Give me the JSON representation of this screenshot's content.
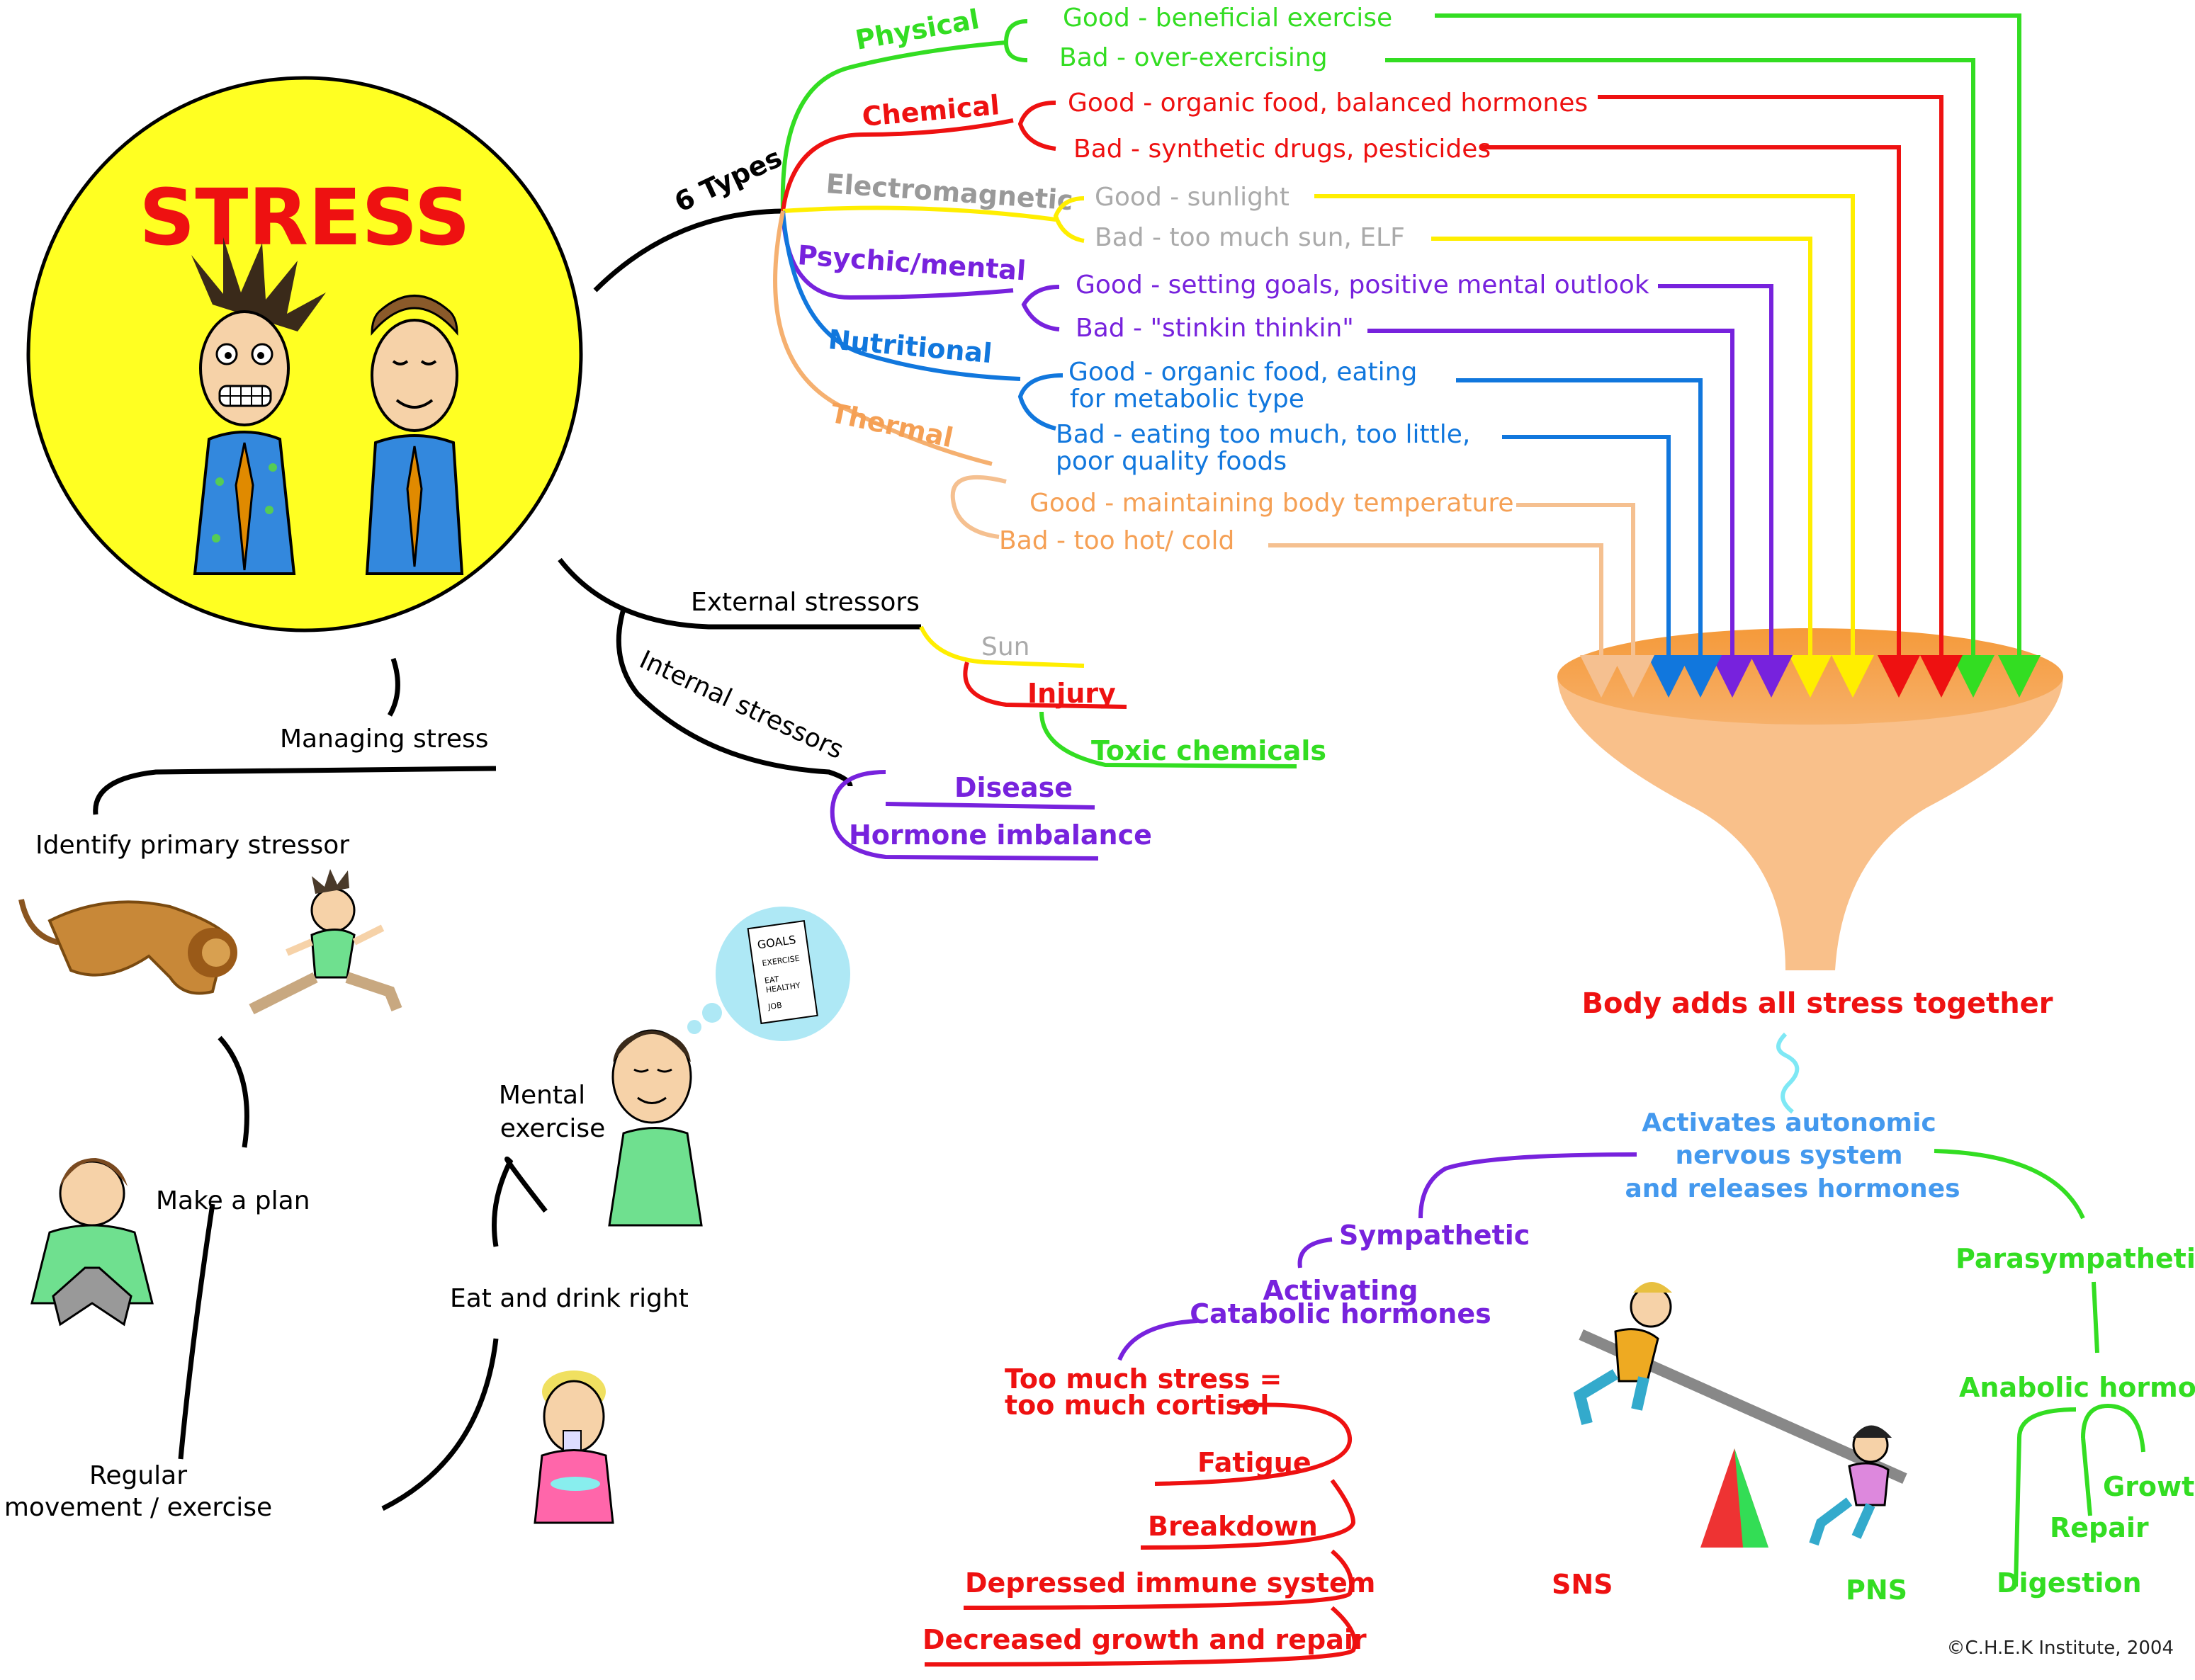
{
  "title": "STRESS",
  "copyright": "©C.H.E.K Institute, 2004",
  "six_types": "6 Types",
  "types": [
    {
      "name": "Physical",
      "good": "Good - beneficial exercise",
      "bad": "Bad -  over-exercising"
    },
    {
      "name": "Chemical",
      "good": "Good - organic food, balanced hormones",
      "bad": "Bad - synthetic drugs, pesticides"
    },
    {
      "name": "Electromagnetic",
      "good": "Good - sunlight",
      "bad": "Bad - too much sun, ELF"
    },
    {
      "name": "Psychic/mental",
      "good": "Good - setting goals, positive mental outlook",
      "bad": "Bad - \"stinkin thinkin\""
    },
    {
      "name": "Nutritional",
      "good1": "Good - organic food, eating",
      "good2": "for metabolic type",
      "bad1": "Bad - eating too much, too little,",
      "bad2": "poor quality foods"
    },
    {
      "name": "Thermal",
      "good": "Good - maintaining body temperature",
      "bad": "Bad - too hot/ cold"
    }
  ],
  "external": {
    "label": "External stressors",
    "items": [
      "Sun",
      "Injury",
      "Toxic chemicals"
    ]
  },
  "internal": {
    "label": "Internal stressors",
    "items": [
      "Disease",
      "Hormone imbalance"
    ]
  },
  "managing": {
    "label": "Managing stress",
    "steps": [
      "Identify primary stressor",
      "Make a plan",
      "Regular",
      "movement / exercise",
      "Eat and drink right",
      "Mental",
      "exercise"
    ],
    "goals": [
      "GOALS",
      "EXERCISE",
      "EAT",
      "HEALTHY",
      "JOB"
    ]
  },
  "body": {
    "adds": "Body adds all stress together",
    "activates": [
      "Activates autonomic",
      "nervous system",
      "and releases hormones"
    ],
    "sympathetic": "Sympathetic",
    "activating": [
      "Activating",
      "Catabolic hormones"
    ],
    "too_much": [
      "Too much stress =",
      "too much cortisol"
    ],
    "effects": [
      "Fatigue",
      "Breakdown",
      "Depressed immune system",
      "Decreased growth and repair"
    ],
    "parasympathetic": "Parasympathetic",
    "anabolic": "Anabolic hormones",
    "anabolic_effects": [
      "Growth",
      "Repair",
      "Digestion"
    ],
    "sns": "SNS",
    "pns": "PNS"
  }
}
